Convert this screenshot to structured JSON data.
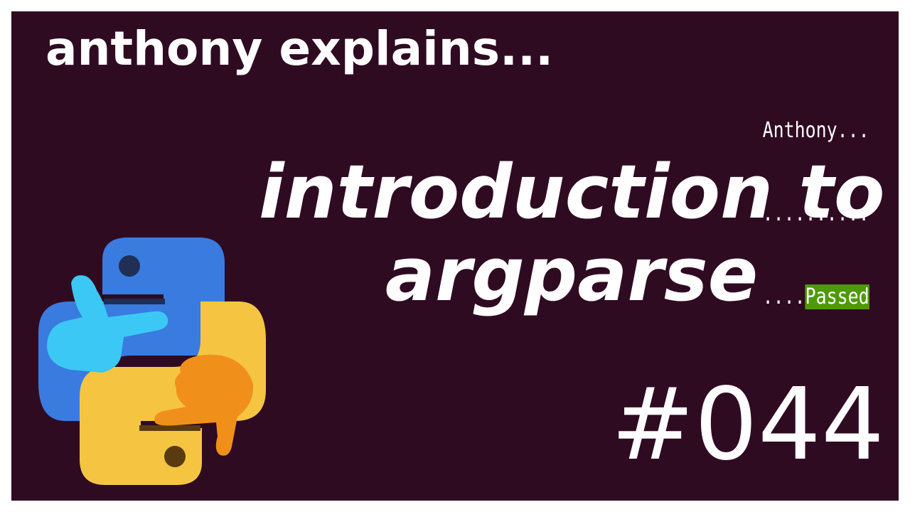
{
  "series_title": "anthony explains...",
  "terminal": {
    "line1": "Anthony...",
    "line2": "..........",
    "line3_dots": "....",
    "status": "Passed"
  },
  "topic": {
    "line1": "introduction to",
    "line2": "argparse"
  },
  "episode_number": "#044",
  "colors": {
    "background": "#2f0b22",
    "python_blue": "#3a7be0",
    "python_yellow": "#f5c542",
    "left_hand": "#3cc8f5",
    "right_hand": "#f0901a",
    "passed_badge": "#4e9a06"
  },
  "icons": [
    "python-logo-icon",
    "pointing-right-hand-icon",
    "pointing-left-hand-icon"
  ]
}
